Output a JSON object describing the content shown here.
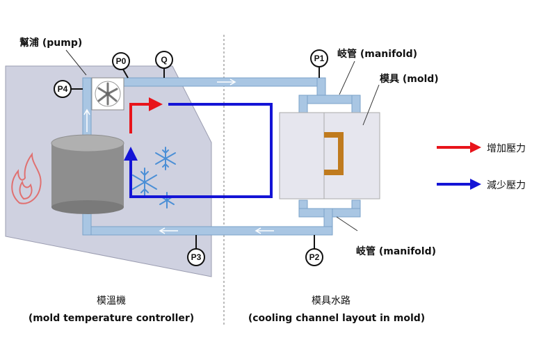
{
  "labels": {
    "pump": "幫浦 (pump)",
    "manifold_top": "岐管 (manifold)",
    "mold": "模具 (mold)",
    "manifold_bottom": "岐管 (manifold)",
    "controller_zh": "模溫機",
    "controller_en": "(mold temperature controller)",
    "channel_zh": "模具水路",
    "channel_en": "(cooling channel layout in mold)"
  },
  "gauges": {
    "p0": "P0",
    "q": "Q",
    "p1": "P1",
    "p4": "P4",
    "p3": "P3",
    "p2": "P2"
  },
  "legend": {
    "increase": {
      "label": "增加壓力",
      "color": "#e8141b"
    },
    "decrease": {
      "label": "減少壓力",
      "color": "#1414d6"
    }
  },
  "colors": {
    "pipe": "#a9c6e3",
    "pipe_edge": "#7aa2c8",
    "controller_body": "#cfd1e0",
    "tank": "#8e8e8e",
    "mold_block": "#e6e6ee",
    "core": "#c07b1e",
    "flame": "#e07070",
    "snowflake": "#4b8fd6"
  },
  "icons": {
    "pump": "fan-icon",
    "heater": "flame-icon",
    "cooler": "snowflake-icon"
  }
}
